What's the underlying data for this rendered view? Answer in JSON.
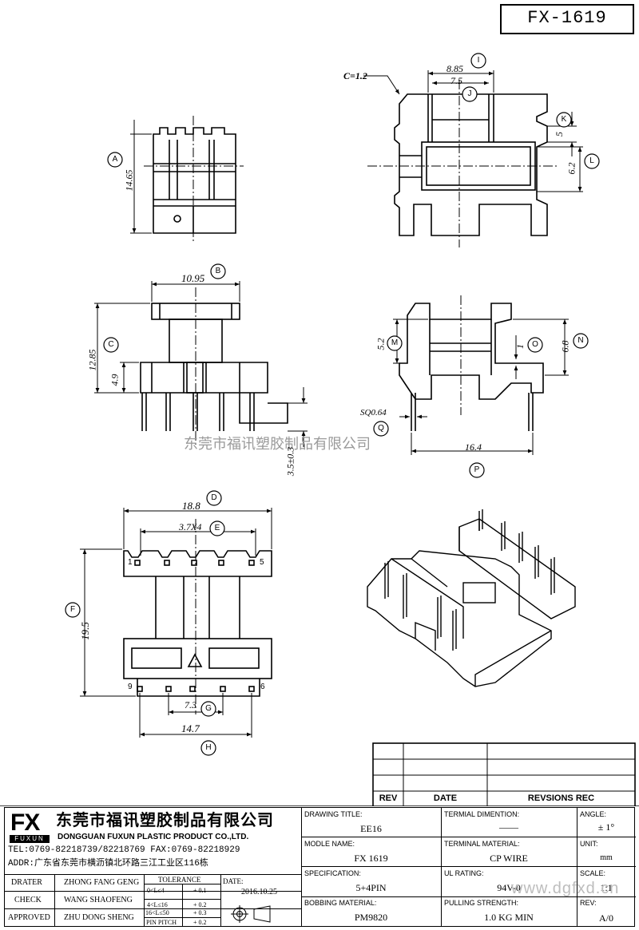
{
  "header": {
    "part_number": "FX-1619"
  },
  "watermark": {
    "text": "东莞市福讯塑胶制品有限公司",
    "url": "www.dgfxd.cn"
  },
  "dims": {
    "A_val": "14.65",
    "A": "A",
    "B_val": "10.95",
    "B": "B",
    "C_val": "12.85",
    "C": "C",
    "D_val": "18.8",
    "D": "D",
    "E_val": "3.7X4",
    "E": "E",
    "F_val": "19.5",
    "F": "F",
    "G_val": "7.3",
    "G": "G",
    "H_val": "14.7",
    "H": "H",
    "I_val": "8.85",
    "I": "I",
    "J_val": "7.5",
    "J": "J",
    "K_val": "5",
    "K": "K",
    "L_val": "6.2",
    "L": "L",
    "M_val": "5.2",
    "M": "M",
    "N_val": "6.8",
    "N": "N",
    "O_val": "1",
    "O": "O",
    "P_val": "16.4",
    "P": "P",
    "Q_val": "SQ0.64",
    "Q": "Q",
    "chamfer": "C=1.2",
    "height_49": "4.9",
    "pin_len": "3.5±0.3",
    "pin1": "1",
    "pin5": "5",
    "pin9": "9",
    "pin6": "6"
  },
  "rev_table": {
    "rev": "REV",
    "date": "DATE",
    "revisions": "REVSIONS REC"
  },
  "company": {
    "logo": "FX",
    "logo_sub": "FUXUN",
    "name_cn": "东莞市福讯塑胶制品有限公司",
    "name_en": "DONGGUAN FUXUN PLASTIC PRODUCT CO.,LTD.",
    "tel": "TEL:0769-82218739/82218769 FAX:0769-82218929",
    "addr": "ADDR:广东省东莞市横沥镇北环路三江工业区116栋"
  },
  "people": {
    "drater_label": "DRATER",
    "drater": "ZHONG FANG GENG",
    "check_label": "CHECK",
    "check": "WANG SHAOFENG",
    "approved_label": "APPROVED",
    "approved": "ZHU DONG SHENG"
  },
  "tolerance": {
    "title": "TOLERANCE",
    "r1": "0<L≤4",
    "v1": "+ 0.1",
    "r2": "4<L≤16",
    "v2": "+ 0.2",
    "r3": "16<L≤50",
    "v3": "+ 0.3",
    "r4": "PIN PITCH",
    "v4": "+ 0.2"
  },
  "date": {
    "label": "DATE:",
    "value": "2016.10.25"
  },
  "fields": {
    "drawing_title_label": "DRAWING TITLE:",
    "drawing_title": "EE16",
    "terminal_dim_label": "TERMIAL DIMENTION:",
    "terminal_dim": "——",
    "angle_label": "ANGLE:",
    "angle": "± 1°",
    "model_label": "MODLE NAME:",
    "model": "FX 1619",
    "terminal_mat_label": "TERMINAL MATERIAL:",
    "terminal_mat": "CP WIRE",
    "unit_label": "UNIT:",
    "unit": "mm",
    "spec_label": "SPECIFICATION:",
    "spec": "5+4PIN",
    "ul_label": "UL RATING:",
    "ul": "94V-0",
    "scale_label": "SCALE:",
    "scale": "1:1",
    "bobbin_label": "BOBBING MATERIAL:",
    "bobbin": "PM9820",
    "pull_label": "PULLING STRENGTH:",
    "pull": "1.0 KG MIN",
    "rev_label": "REV:",
    "rev": "A/0"
  }
}
